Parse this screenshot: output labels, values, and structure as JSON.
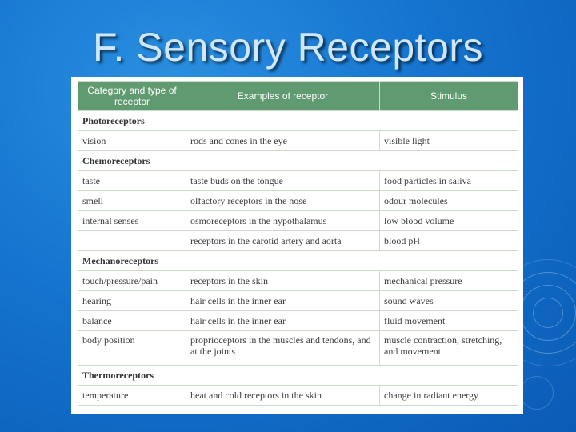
{
  "slide": {
    "title": "F. Sensory Receptors"
  },
  "table": {
    "headers": [
      "Category and type of receptor",
      "Examples of receptor",
      "Stimulus"
    ],
    "rows": [
      {
        "kind": "category",
        "label": "Photoreceptors"
      },
      {
        "kind": "data",
        "cells": [
          "vision",
          "rods and cones in the eye",
          "visible light"
        ]
      },
      {
        "kind": "category",
        "label": "Chemoreceptors"
      },
      {
        "kind": "data",
        "cells": [
          "taste",
          "taste buds on the tongue",
          "food particles in saliva"
        ]
      },
      {
        "kind": "data",
        "cells": [
          "smell",
          "olfactory receptors in the nose",
          "odour molecules"
        ]
      },
      {
        "kind": "data",
        "cells": [
          "internal senses",
          "osmoreceptors in the hypothalamus",
          "low blood volume"
        ]
      },
      {
        "kind": "data",
        "cells": [
          "",
          "receptors in the carotid artery and aorta",
          "blood pH"
        ]
      },
      {
        "kind": "category",
        "label": "Mechanoreceptors"
      },
      {
        "kind": "data",
        "cells": [
          "touch/pressure/pain",
          "receptors in the skin",
          "mechanical pressure"
        ]
      },
      {
        "kind": "data",
        "cells": [
          "hearing",
          "hair cells in the inner ear",
          "sound waves"
        ]
      },
      {
        "kind": "data",
        "cells": [
          "balance",
          "hair cells in the inner ear",
          "fluid movement"
        ]
      },
      {
        "kind": "data",
        "tall": true,
        "cells": [
          "body position",
          "proprioceptors in the muscles and tendons, and at the joints",
          "muscle contraction, stretching, and movement"
        ]
      },
      {
        "kind": "category",
        "label": "Thermoreceptors"
      },
      {
        "kind": "data",
        "cells": [
          "temperature",
          "heat and cold receptors in the skin",
          "change in radiant energy"
        ]
      }
    ]
  },
  "colors": {
    "background": "#1574cf",
    "header_fill": "#5f9a70",
    "title_text": "#cfe6fb"
  }
}
